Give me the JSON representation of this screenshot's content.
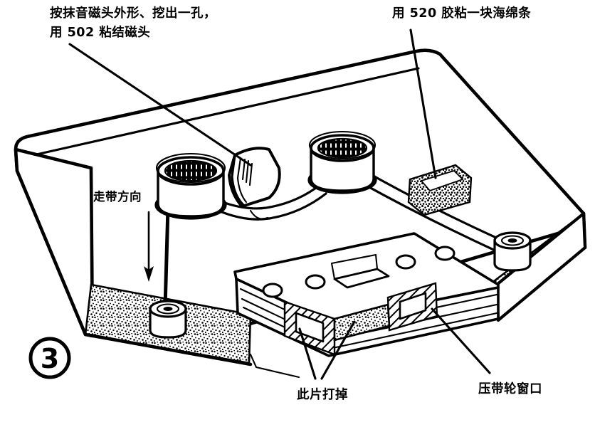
{
  "figure": {
    "number": "3",
    "number_style": "circled",
    "medium": "black-and-white line drawing",
    "subject": "modified audio cassette shell, isometric view"
  },
  "annotations": [
    {
      "id": "head-note",
      "lines": [
        "按抹音磁头外形、挖出一孔，",
        "用 502 粘结磁头"
      ],
      "text": "按抹音磁头外形、挖出一孔，用 502 粘结磁头",
      "position": "top-left",
      "points_to": "magnetic-head-block"
    },
    {
      "id": "sponge-note",
      "lines": [
        "用 520 胶粘一块海绵条"
      ],
      "text": "用 520 胶粘一块海绵条",
      "position": "top-right",
      "points_to": "sponge-strip"
    },
    {
      "id": "tape-direction-note",
      "lines": [
        "走带方向"
      ],
      "text": "走带方向",
      "position": "left-middle",
      "points_to": "tape-path-arrow"
    },
    {
      "id": "remove-piece-note",
      "lines": [
        "此片打掉"
      ],
      "text": "此片打掉",
      "position": "bottom-center",
      "points_to": "hatched-removable-pieces"
    },
    {
      "id": "pinch-roller-window-note",
      "lines": [
        "压带轮窗口"
      ],
      "text": "压带轮窗口",
      "position": "bottom-right",
      "points_to": "pinch-roller-window"
    }
  ],
  "parts": [
    {
      "id": "cassette-shell",
      "label": "cassette shell body"
    },
    {
      "id": "left-reel-hub",
      "label": "left reel hub"
    },
    {
      "id": "right-reel-hub",
      "label": "right reel hub"
    },
    {
      "id": "magnetic-head-block",
      "label": "erase head block"
    },
    {
      "id": "sponge-strip",
      "label": "sponge strip"
    },
    {
      "id": "left-guide-roller",
      "label": "left guide roller"
    },
    {
      "id": "right-guide-roller",
      "label": "right guide roller"
    },
    {
      "id": "tape-path",
      "label": "magnetic tape path"
    },
    {
      "id": "front-edge",
      "label": "stippled front edge"
    },
    {
      "id": "front-windows",
      "label": "front cutout windows"
    }
  ],
  "colors": {
    "ink": "#000000",
    "background": "#ffffff"
  }
}
